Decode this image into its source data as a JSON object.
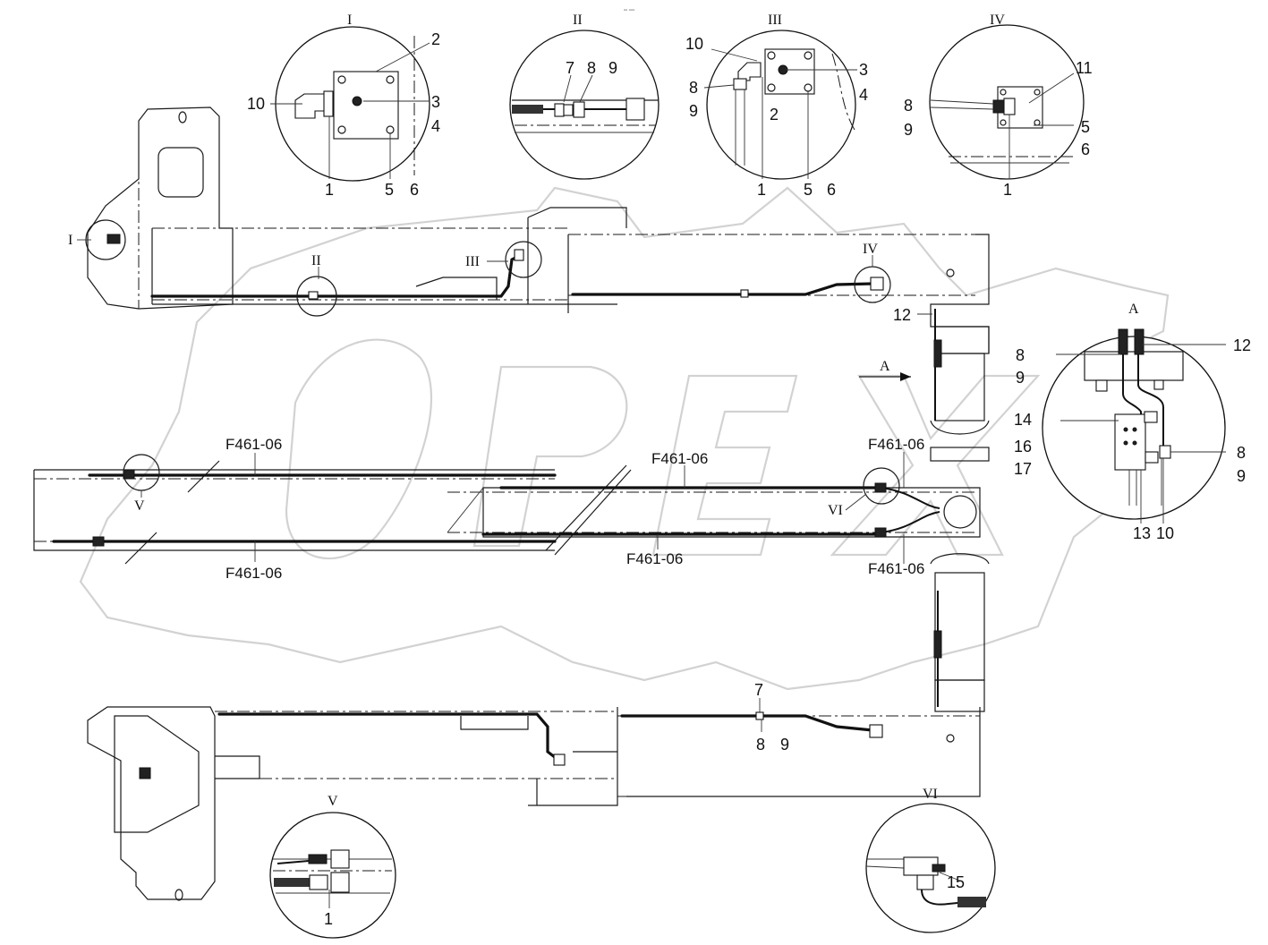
{
  "header": {
    "tiny_mark": "▫▫ ▫▫▫"
  },
  "watermark": {
    "text": "OPEX"
  },
  "details": {
    "I": {
      "title": "I",
      "callouts": {
        "c2": "2",
        "c10": "10",
        "c3": "3",
        "c4": "4",
        "c1": "1",
        "c5": "5",
        "c6": "6"
      }
    },
    "II": {
      "title": "II",
      "callouts": {
        "c7": "7",
        "c8": "8",
        "c9": "9"
      }
    },
    "III": {
      "title": "III",
      "callouts": {
        "c10": "10",
        "c3": "3",
        "c8": "8",
        "c4": "4",
        "c9": "9",
        "c2": "2",
        "c1": "1",
        "c5": "5",
        "c6": "6"
      }
    },
    "IV": {
      "title": "IV",
      "callouts": {
        "c11": "11",
        "c8": "8",
        "c5": "5",
        "c9": "9",
        "c6": "6",
        "c1": "1"
      }
    },
    "V": {
      "title": "V",
      "callouts": {
        "c1": "1"
      }
    },
    "VI": {
      "title": "VI",
      "callouts": {
        "c15": "15"
      }
    },
    "A": {
      "title": "A",
      "callouts": {
        "c8a": "8",
        "c12": "12",
        "c9a": "9",
        "c14": "14",
        "c16": "16",
        "c17": "17",
        "c8b": "8",
        "c9b": "9",
        "c13": "13",
        "c10": "10"
      }
    }
  },
  "view_markers": {
    "I": "I",
    "II": "II",
    "III": "III",
    "IV": "IV",
    "V": "V",
    "VI": "VI",
    "A": "A"
  },
  "main_callouts": {
    "c12": "12",
    "c7": "7",
    "c8": "8",
    "c9": "9"
  },
  "hose_refs": {
    "r1": "F461-06",
    "r2": "F461-06",
    "r3": "F461-06",
    "r4": "F461-06",
    "r5": "F461-06",
    "r6": "F461-06"
  }
}
